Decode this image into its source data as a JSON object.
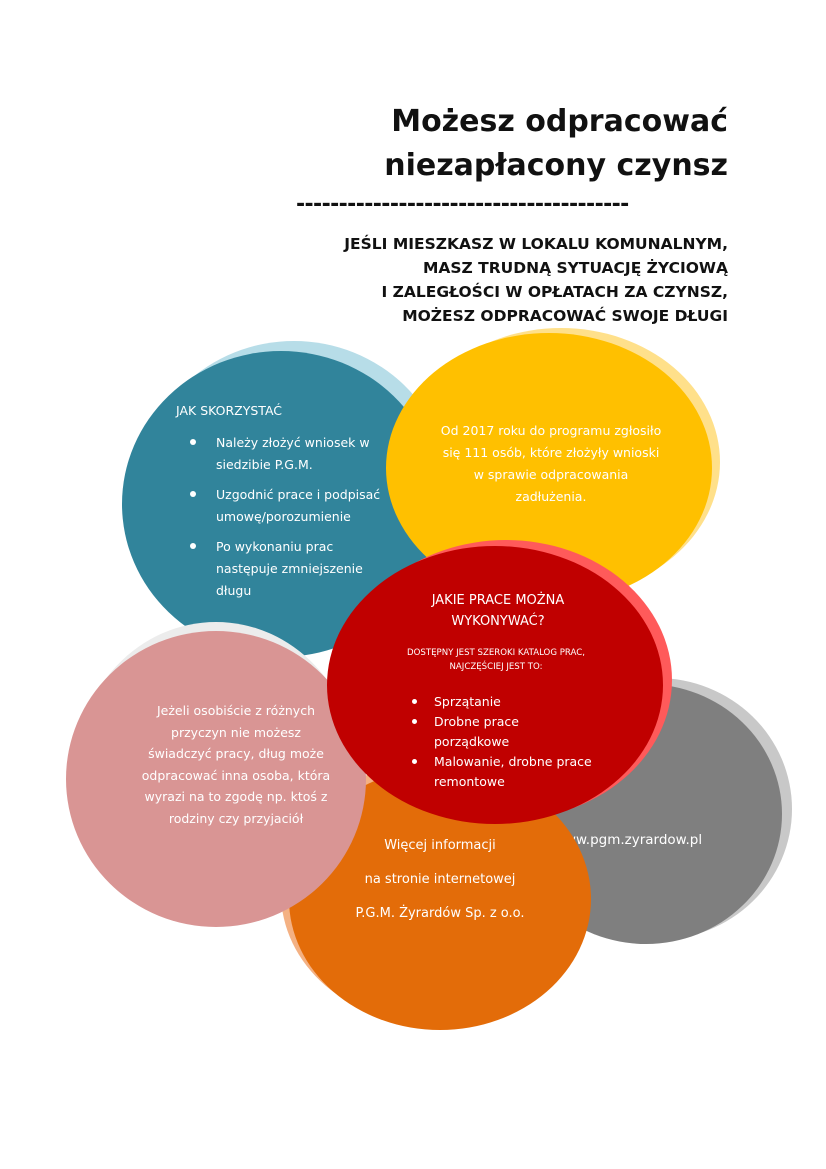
{
  "header": {
    "title_line1": "Możesz odpracować",
    "title_line2": "niezapłacony czynsz",
    "dashes": "---------------------------------------",
    "subtitle_lines": [
      "JEŚLI MIESZKASZ W LOKALU KOMUNALNYM,",
      "MASZ TRUDNĄ SYTUACJĘ ŻYCIOWĄ",
      "I ZALEGŁOŚCI W OPŁATACH ZA CZYNSZ,",
      "MOŻESZ ODPRACOWAĆ SWOJE DŁUGI"
    ]
  },
  "teal_circle": {
    "heading": "JAK SKORZYSTAĆ",
    "items": [
      "Należy złożyć wniosek w siedzibie P.G.M.",
      "Uzgodnić prace i podpisać umowę/porozumienie",
      "Po wykonaniu prac następuje zmniejszenie długu"
    ]
  },
  "yellow_circle": {
    "text": "Od 2017 roku do programu zgłosiło się 111 osób, które złożyły wnioski w sprawie odpracowania zadłużenia."
  },
  "red_circle": {
    "heading": "JAKIE PRACE MOŻNA WYKONYWAĆ?",
    "note": "DOSTĘPNY JEST SZEROKI KATALOG PRAC, NAJCZĘŚCIEJ JEST TO:",
    "items": [
      "Sprzątanie",
      "Drobne prace porządkowe",
      "Malowanie, drobne prace remontowe"
    ]
  },
  "pink_circle": {
    "text": "Jeżeli osobiście z różnych przyczyn nie możesz świadczyć pracy, dług może odpracować inna osoba, która wyrazi na to zgodę np. ktoś z rodziny czy przyjaciół"
  },
  "orange_circle": {
    "line1": "Więcej informacji",
    "line2": "na stronie internetowej",
    "line3": "P.G.M. Żyrardów  Sp. z o.o."
  },
  "gray_circle": {
    "url": "www.pgm.zyrardow.pl"
  },
  "colors": {
    "teal": "#31849b",
    "teal_shadow": "#b7dde8",
    "yellow": "#ffc000",
    "yellow_shadow": "#ffe08a",
    "red": "#c00000",
    "red_shadow": "#ff5a5a",
    "pink": "#d99594",
    "pink_shadow": "#eeeeee",
    "orange": "#e36c09",
    "orange_shadow": "#f4b183",
    "gray": "#7f7f7f",
    "gray_shadow": "#c0c0c0"
  }
}
